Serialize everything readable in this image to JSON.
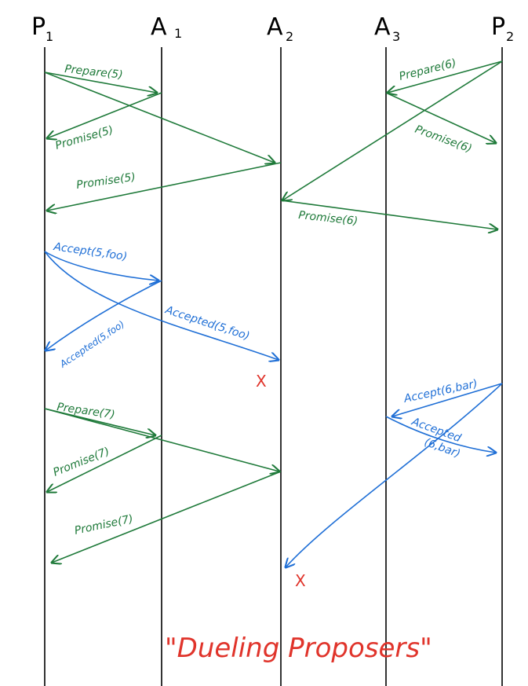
{
  "participants": {
    "p1": {
      "name": "P",
      "sub": "1"
    },
    "a1": {
      "name": "A",
      "sub": "1"
    },
    "a2": {
      "name": "A",
      "sub": "2"
    },
    "a3": {
      "name": "A",
      "sub": "3"
    },
    "p2": {
      "name": "P",
      "sub": "2"
    }
  },
  "messages": {
    "prepare5": "Prepare(5)",
    "promise5_a1": "Promise(5)",
    "promise5_a2": "Promise(5)",
    "prepare6": "Prepare(6)",
    "promise6_a3": "Promise(6)",
    "promise6_a2": "Promise(6)",
    "accept5": "Accept(5,foo)",
    "accepted5_a1": "Accepted(5,foo)",
    "accepted5_a2": "Accepted(5,foo)",
    "accept6": "Accept(6,bar)",
    "accepted6_a3_line1": "Accepted",
    "accepted6_a3_line2": "(6,bar)",
    "prepare7": "Prepare(7)",
    "promise7_a1": "Promise(7)",
    "promise7_a2": "Promise(7)"
  },
  "failure_marks": {
    "a2_first": "X",
    "a2_second": "X"
  },
  "caption": "\"Dueling Proposers\"",
  "colors": {
    "green": "#1f7a3a",
    "blue": "#1f6fd6",
    "red": "#e0342b",
    "line": "#000000"
  }
}
